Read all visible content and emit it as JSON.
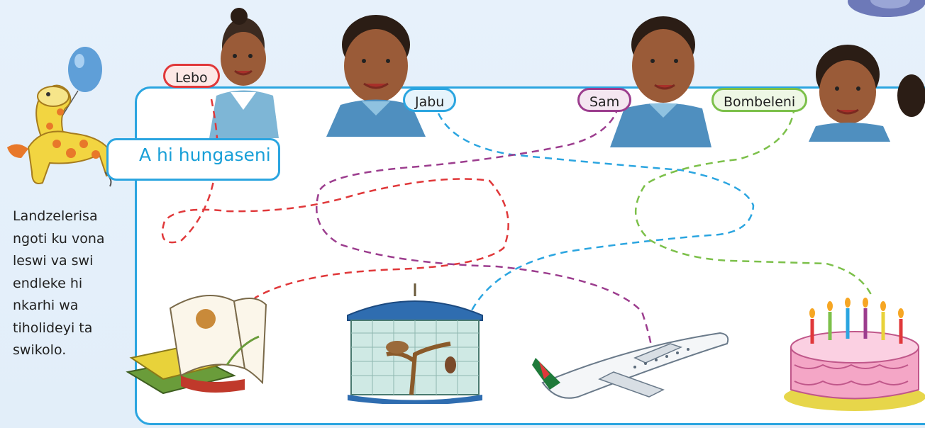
{
  "heading": "A hi hungaseni",
  "instruction_lines": [
    "Landzelerisa",
    "ngoti ku vona",
    "leswi va swi",
    "endleke hi",
    "nkarhi wa",
    "tiholideyi ta",
    "swikolo."
  ],
  "children": [
    {
      "name": "Lebo",
      "color": "#e0383a"
    },
    {
      "name": "Jabu",
      "color": "#2ba5e0"
    },
    {
      "name": "Sam",
      "color": "#9c3d8e"
    },
    {
      "name": "Bombeleni",
      "color": "#7cc04a"
    }
  ],
  "activities": [
    {
      "icon": "books-icon"
    },
    {
      "icon": "zoo-enclosure-icon"
    },
    {
      "icon": "airplane-icon"
    },
    {
      "icon": "birthday-cake-icon"
    }
  ],
  "colors": {
    "frame_border": "#2ba5e0",
    "background": "#e4eff9"
  }
}
